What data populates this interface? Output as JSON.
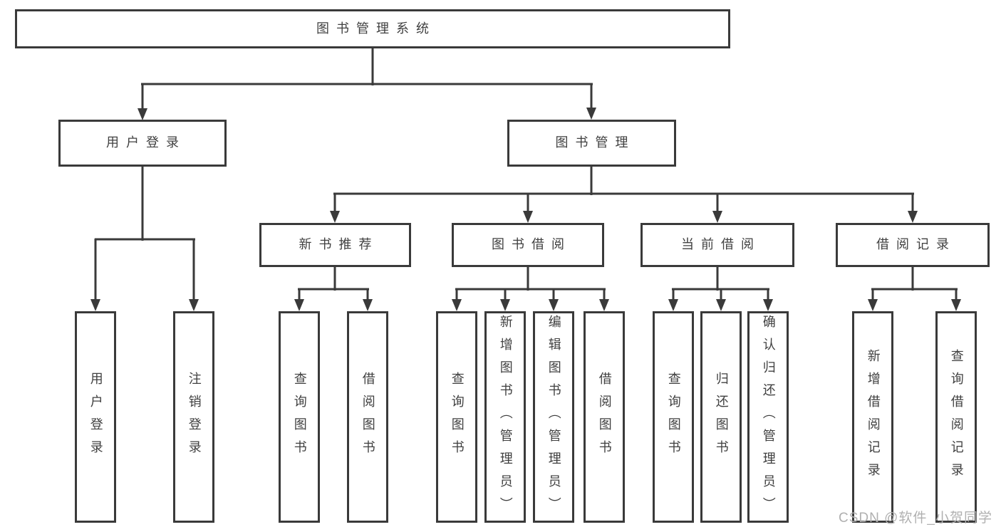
{
  "tree": {
    "root": {
      "label": "图书管理系统"
    },
    "branches": [
      {
        "label": "用户登录",
        "leaves": [
          {
            "label": "用户登录"
          },
          {
            "label": "注销登录"
          }
        ]
      },
      {
        "label": "图书管理",
        "groups": [
          {
            "label": "新书推荐",
            "leaves": [
              {
                "label": "查询图书"
              },
              {
                "label": "借阅图书"
              }
            ]
          },
          {
            "label": "图书借阅",
            "leaves": [
              {
                "label": "查询图书"
              },
              {
                "label": "新增图书（管理员）"
              },
              {
                "label": "编辑图书（管理员）"
              },
              {
                "label": "借阅图书"
              }
            ]
          },
          {
            "label": "当前借阅",
            "leaves": [
              {
                "label": "查询图书"
              },
              {
                "label": "归还图书"
              },
              {
                "label": "确认归还（管理员）"
              }
            ]
          },
          {
            "label": "借阅记录",
            "leaves": [
              {
                "label": "新增借阅记录"
              },
              {
                "label": "查询借阅记录"
              }
            ]
          }
        ]
      }
    ]
  },
  "watermark": {
    "text": "CSDN @软件_小贺同学"
  },
  "colors": {
    "line": "#3a3a3a",
    "text": "#404040",
    "watermark": "#b0b0b0",
    "background": "#ffffff"
  }
}
